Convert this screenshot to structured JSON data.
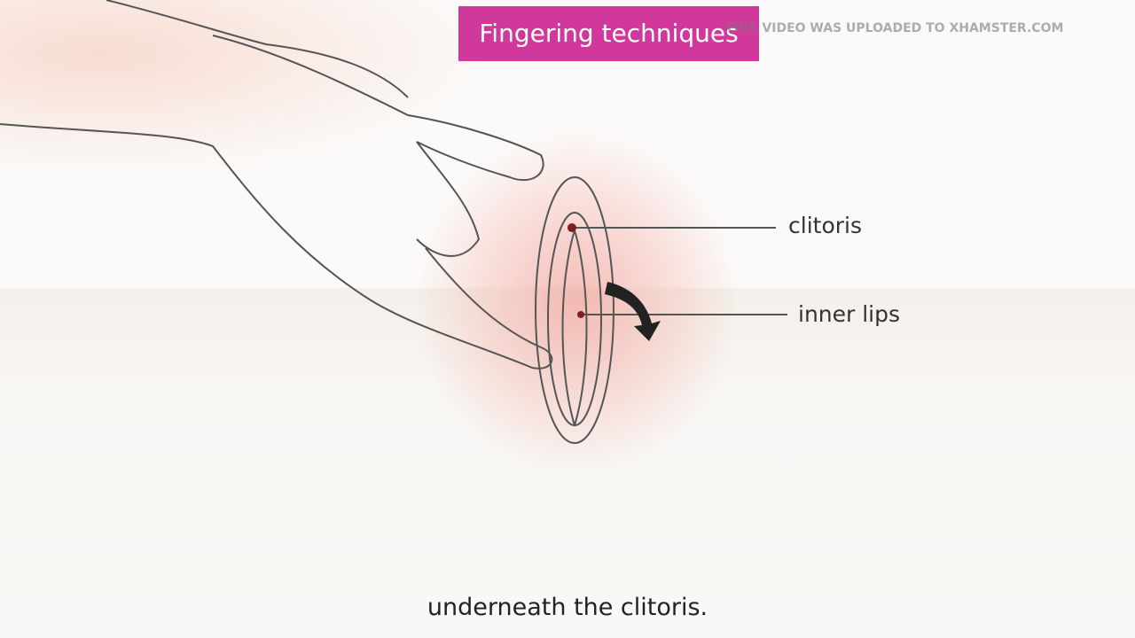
{
  "title": "Fingering techniques",
  "watermark": "THIS VIDEO WAS UPLOADED TO XHAMSTER.COM",
  "labels": {
    "top": "clitoris",
    "middle": "inner lips"
  },
  "caption": "underneath the clitoris.",
  "colors": {
    "title_bg": "#d1389b",
    "line": "#555555"
  }
}
